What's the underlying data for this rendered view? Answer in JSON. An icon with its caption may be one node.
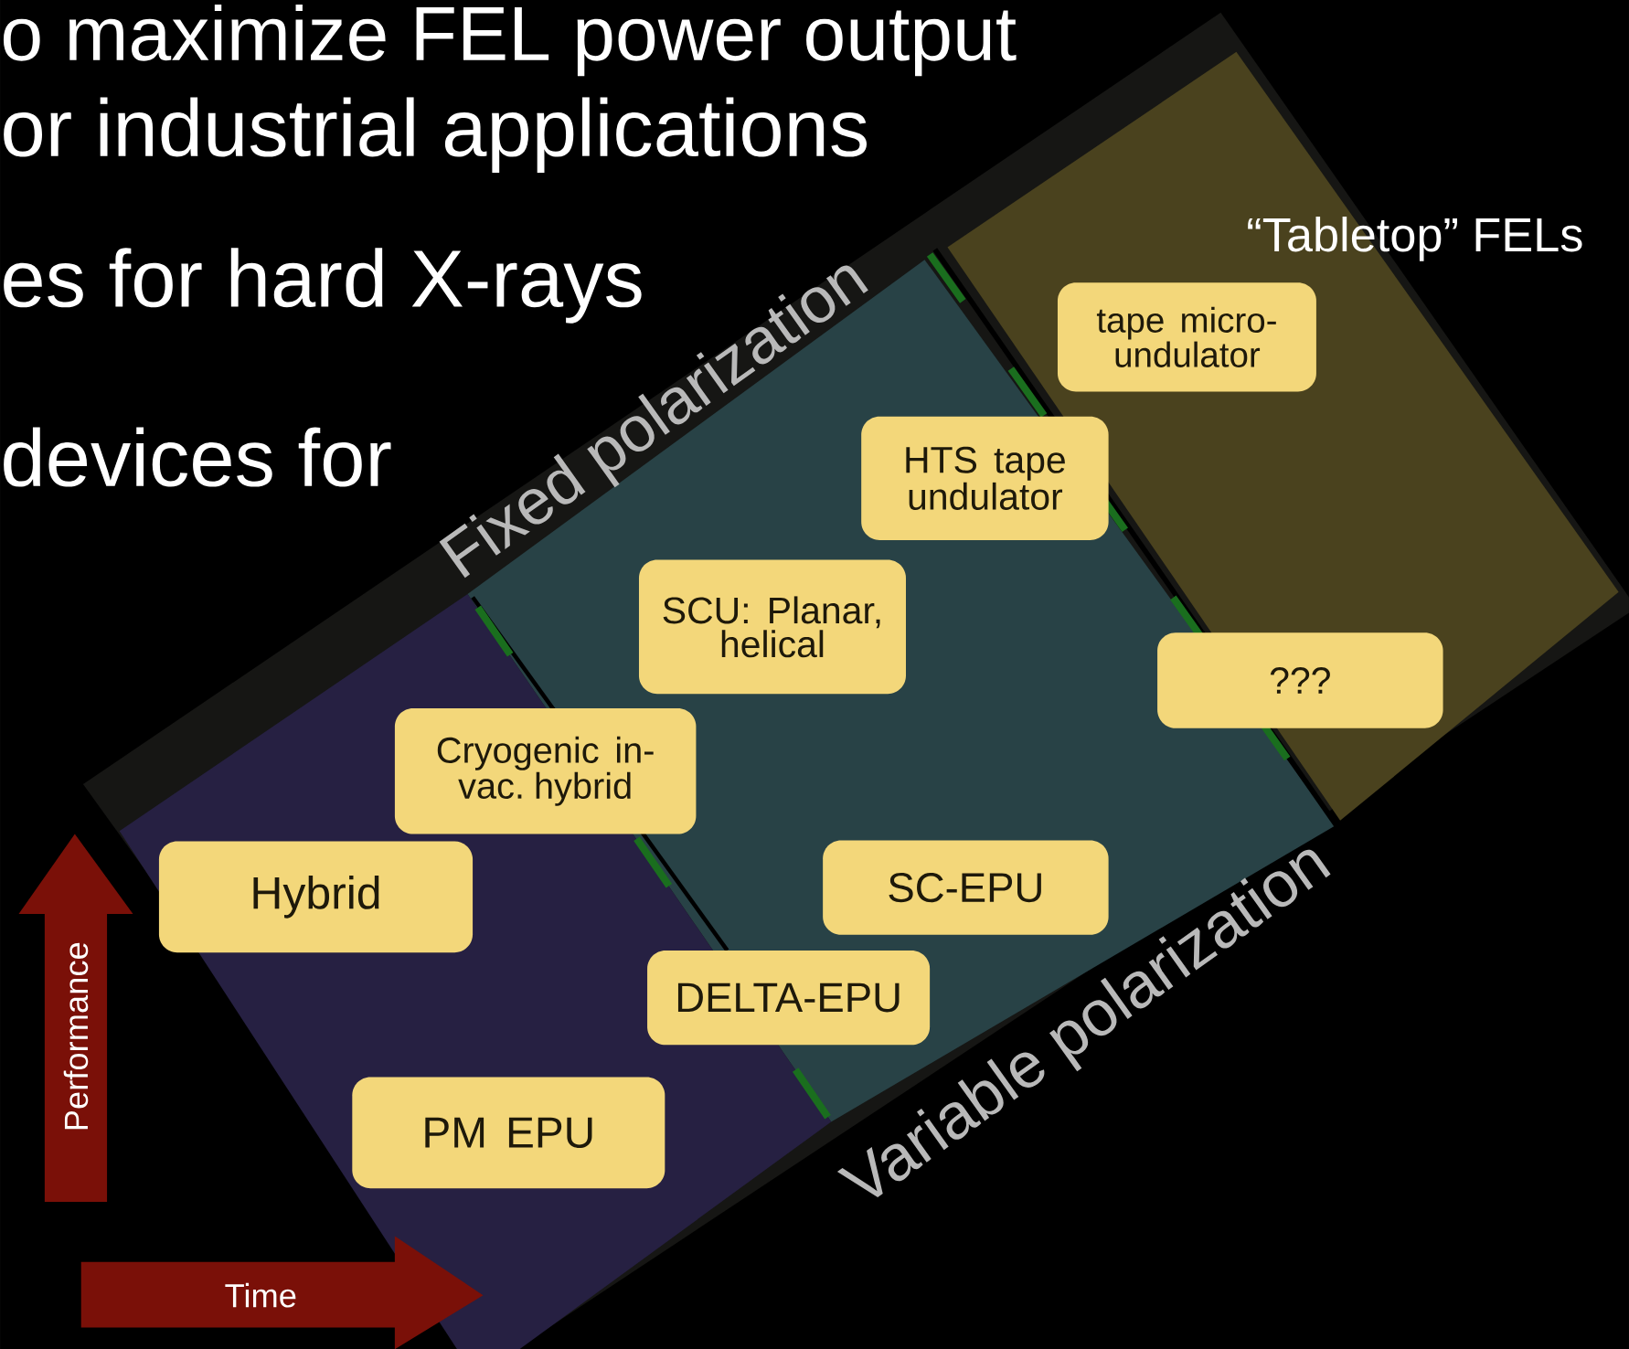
{
  "diagram": {
    "nodes": [
      {
        "text": [
          "tape micro- undulator"
        ]
      },
      {
        "text": [
          "HTS tape undulator"
        ]
      },
      {
        "text": [
          "SCU: Planar, helical"
        ]
      },
      {
        "text": [
          "???"
        ]
      },
      {
        "text": [
          "Cryogenic in-vac. hybrid"
        ]
      },
      {
        "text": [
          "Hybrid"
        ]
      },
      {
        "text": [
          "SC-EPU"
        ]
      },
      {
        "text": [
          "DELTA-EPU"
        ]
      },
      {
        "text": [
          "PM EPU"
        ]
      }
    ],
    "labels": [
      "o maximize FEL power output",
      "or industrial applications",
      "es for hard X-rays",
      "devices for",
      "“Tabletop” FELs",
      "Fixed polarization",
      "Variable polarization",
      "Performance",
      "Time"
    ]
  }
}
